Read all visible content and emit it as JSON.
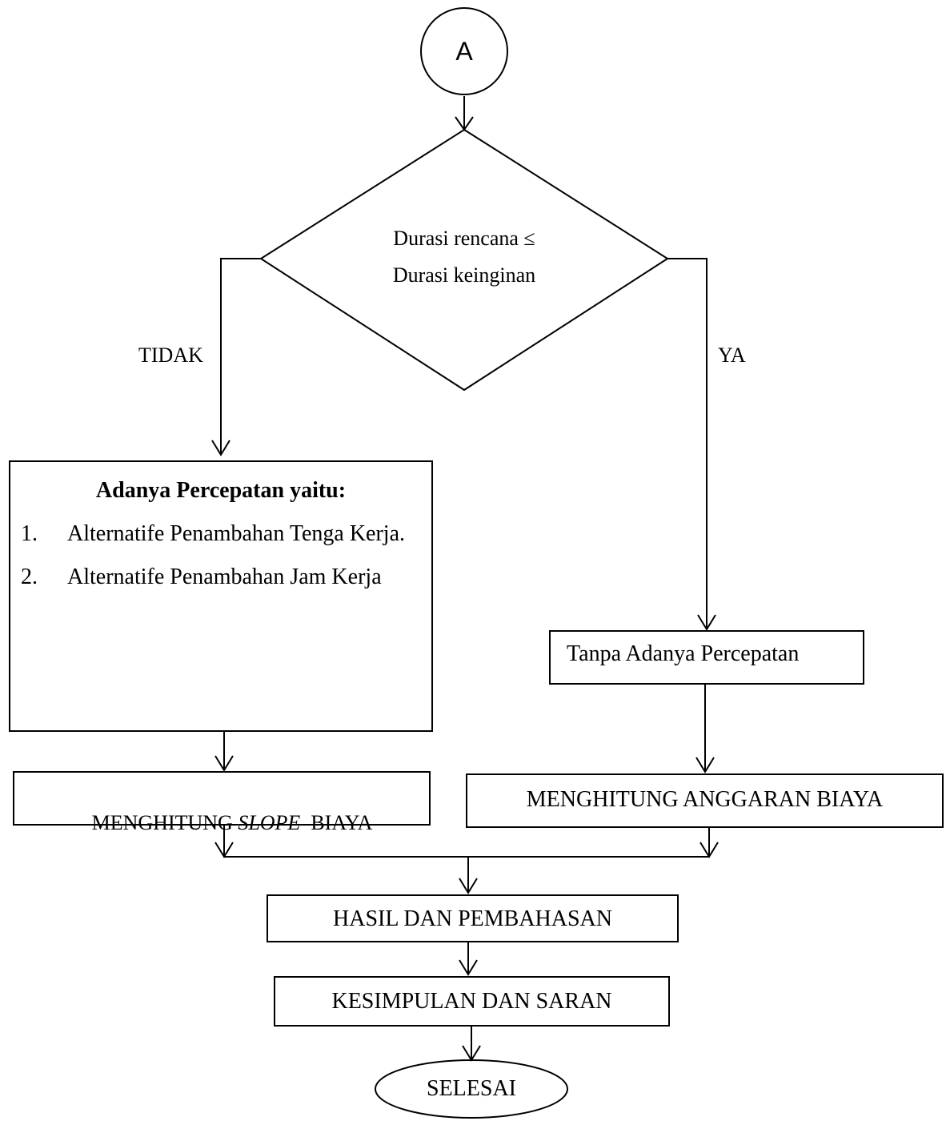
{
  "connector": {
    "label": "A"
  },
  "decision": {
    "line1": "Durasi rencana ≤",
    "line2": "Durasi keinginan",
    "no_label": "TIDAK",
    "yes_label": "YA"
  },
  "acceleration_box": {
    "title": "Adanya Percepatan yaitu:",
    "items": [
      {
        "number": "1.",
        "text": "Alternatife Penambahan Tenga Kerja."
      },
      {
        "number": "2.",
        "text": "Alternatife Penambahan Jam Kerja"
      }
    ]
  },
  "no_acceleration_box": {
    "label": "Tanpa Adanya Percepatan"
  },
  "slope_box": {
    "prefix": "MENGHITUNG ",
    "italic": "SLOPE",
    "suffix": "  BIAYA"
  },
  "budget_box": {
    "label": "MENGHITUNG ANGGARAN BIAYA"
  },
  "results_box": {
    "label": "HASIL DAN PEMBAHASAN"
  },
  "conclusion_box": {
    "label": "KESIMPULAN DAN SARAN"
  },
  "end_terminal": {
    "label": "SELESAI"
  },
  "colors": {
    "stroke": "#000000",
    "background": "#ffffff"
  }
}
